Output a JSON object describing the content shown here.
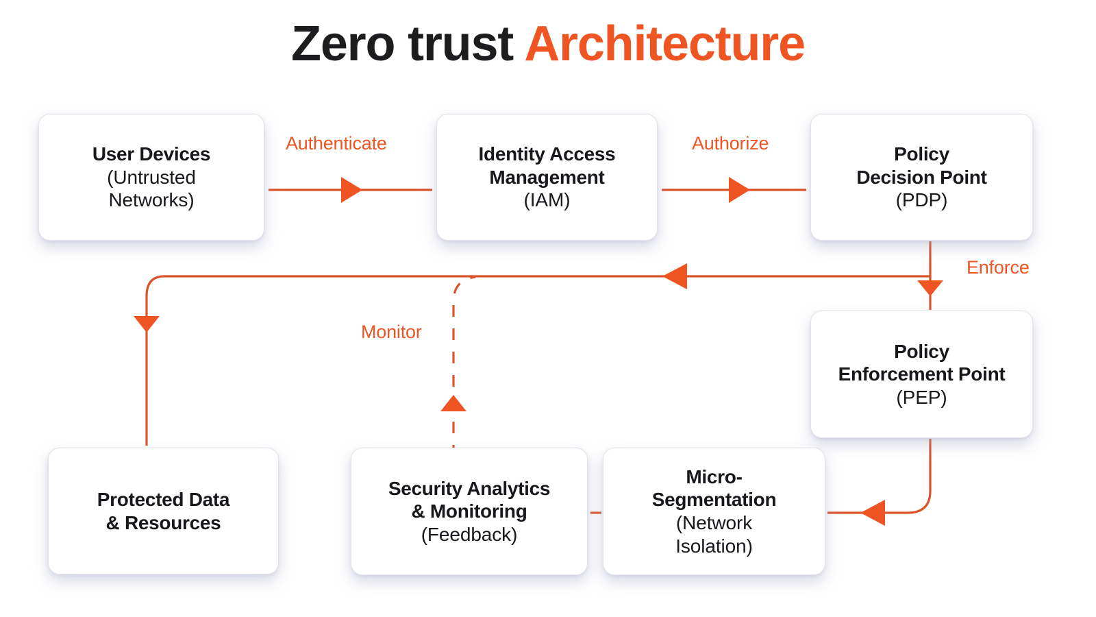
{
  "title": {
    "primary": "Zero trust ",
    "accent": "Architecture"
  },
  "colors": {
    "accent": "#ef5423",
    "line": "#d9542b",
    "text": "#17181c",
    "box_border": "#e3e4ea",
    "background": "#ffffff",
    "shadow": "#a3a6c4"
  },
  "nodes": [
    {
      "id": "user-devices",
      "lines": [
        {
          "text": "User Devices",
          "bold": true
        },
        {
          "text": "(Untrusted",
          "bold": false
        },
        {
          "text": "Networks)",
          "bold": false
        }
      ]
    },
    {
      "id": "iam",
      "lines": [
        {
          "text": "Identity Access",
          "bold": true
        },
        {
          "text": "Management",
          "bold": true
        },
        {
          "text": "(IAM)",
          "bold": false
        }
      ]
    },
    {
      "id": "pdp",
      "lines": [
        {
          "text": "Policy",
          "bold": true
        },
        {
          "text": "Decision Point",
          "bold": true
        },
        {
          "text": "(PDP)",
          "bold": false
        }
      ]
    },
    {
      "id": "pep",
      "lines": [
        {
          "text": "Policy",
          "bold": true
        },
        {
          "text": "Enforcement Point",
          "bold": true
        },
        {
          "text": "(PEP)",
          "bold": false
        }
      ]
    },
    {
      "id": "protected-data",
      "lines": [
        {
          "text": "Protected Data",
          "bold": true
        },
        {
          "text": "& Resources",
          "bold": true
        }
      ]
    },
    {
      "id": "security-analytics",
      "lines": [
        {
          "text": "Security Analytics",
          "bold": true
        },
        {
          "text": "& Monitoring",
          "bold": true
        },
        {
          "text": "(Feedback)",
          "bold": false
        }
      ]
    },
    {
      "id": "micro-seg",
      "lines": [
        {
          "text": "Micro-",
          "bold": true
        },
        {
          "text": "Segmentation",
          "bold": true
        },
        {
          "text": "(Network",
          "bold": false
        },
        {
          "text": "Isolation)",
          "bold": false
        }
      ]
    }
  ],
  "edges": [
    {
      "id": "authenticate",
      "label": "Authenticate",
      "from": "user-devices",
      "to": "iam",
      "style": "solid",
      "arrow": "right"
    },
    {
      "id": "authorize",
      "label": "Authorize",
      "from": "iam",
      "to": "pdp",
      "style": "solid",
      "arrow": "right"
    },
    {
      "id": "enforce",
      "label": "Enforce",
      "from": "pdp",
      "to": "pep",
      "style": "solid",
      "arrow": "down"
    },
    {
      "id": "pep-to-micro",
      "label": "",
      "from": "pep",
      "to": "micro-seg",
      "style": "solid",
      "arrow": "left"
    },
    {
      "id": "micro-to-analytics",
      "label": "",
      "from": "micro-seg",
      "to": "security-analytics",
      "style": "solid",
      "arrow": "none"
    },
    {
      "id": "monitor",
      "label": "Monitor",
      "from": "security-analytics",
      "to": "feedback-bus",
      "style": "dashed",
      "arrow": "up"
    },
    {
      "id": "feedback",
      "label": "",
      "from": "pep",
      "to": "protected-data",
      "style": "solid",
      "arrow": "left-down"
    }
  ]
}
